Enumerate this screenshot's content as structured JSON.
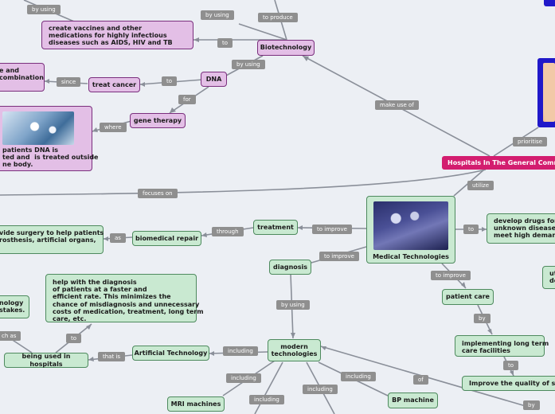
{
  "nodes": {
    "biotechnology": "Biotechnology",
    "vaccines": "create vaccines and other medications for highly infectious diseases such as AIDS, HIV and TB",
    "dna": "DNA",
    "treat_cancer": "treat cancer",
    "combination_partial": "e and\ncombination",
    "gene_therapy": "gene therapy",
    "gene_therapy_desc": "patients DNA is\nted and  is treated outside\nne body.",
    "hospitals": "Hospitals In The General Commun",
    "medical_technologies": "Medical Technologies",
    "treatment": "treatment",
    "biomedical_repair": "biomedical repair",
    "surgery_desc": "vide surgery to help patients\nrosthesis, artificial organs,",
    "diagnosis": "diagnosis",
    "develop_drugs": "develop drugs for pa\nunknown diseases.\nmeet high demands",
    "patient_care": "patient care",
    "long_term_care": "implementing long term\ncare facilities",
    "improve_quality": "Improve the quality of senio",
    "right_partial": "ut\nde",
    "help_diagnosis": "help with the diagnosis\nof patients at a faster and\nefficient rate. This minimizes the\nchance of misdiagnosis and unnecessary\ncosts of medication, treatment, long term\ncare, etc.",
    "technology_partial": "nology\nstakes.",
    "artificial_technology": "Artificial Technology",
    "used_in_hospitals": "being used in hospitals",
    "modern_technologies": "modern\ntechnologies",
    "mri": "MRI machines",
    "bp_machine": "BP machine"
  },
  "labels": {
    "by_using_top": "by using",
    "by_using_2": "by using",
    "to_produce": "to produce",
    "to_vaccines": "to",
    "by_using_dna": "by using",
    "since": "since",
    "to_cancer": "to",
    "for": "for",
    "where": "where",
    "make_use_of": "make use of",
    "prioritise": "prioritise",
    "utilize": "utilize",
    "focuses_on": "focuses on",
    "to_improve_treatment": "to improve",
    "through": "through",
    "as": "as",
    "to_improve_diagnosis": "to improve",
    "to_drugs": "to",
    "to_improve_care": "to improve",
    "by_care": "by",
    "to_quality": "to",
    "by_using_diag": "by using",
    "including_ai": "including",
    "that_is": "that is",
    "to_help": "to",
    "such_as": "ch as",
    "including_1": "including",
    "including_2": "including",
    "including_3": "including",
    "including_4": "including",
    "of": "of",
    "by_bottom": "by"
  }
}
